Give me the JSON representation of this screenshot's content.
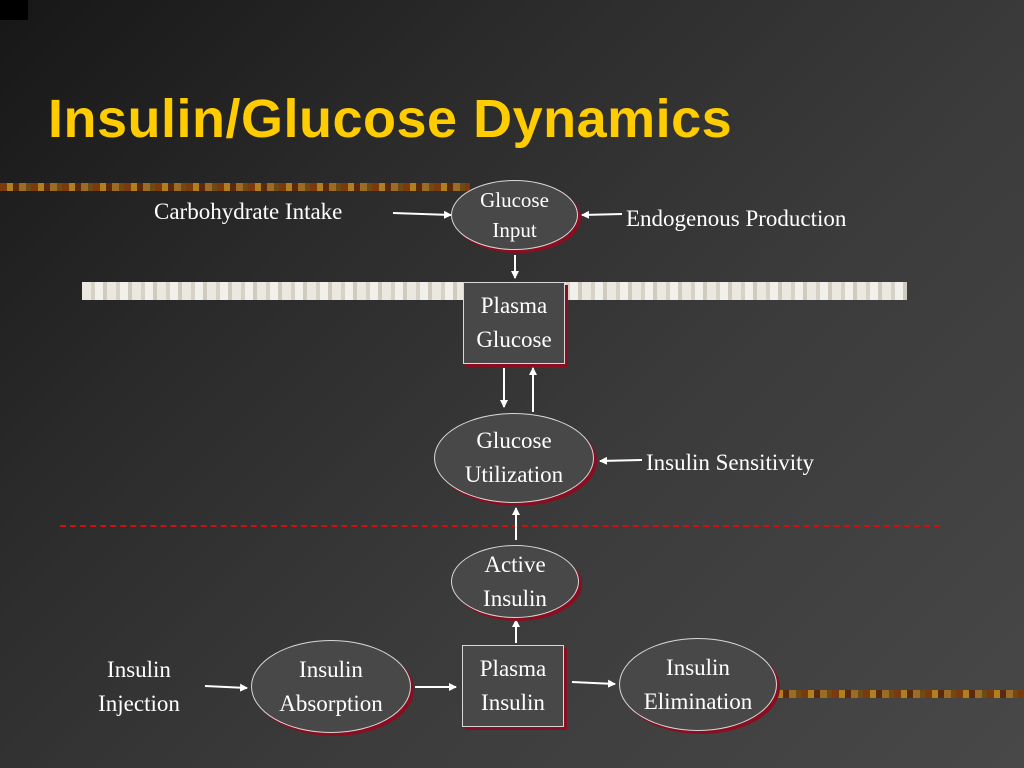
{
  "title": "Insulin/Glucose Dynamics",
  "nodes": {
    "glucose_input": [
      "Glucose",
      "Input"
    ],
    "plasma_glucose": [
      "Plasma",
      "Glucose"
    ],
    "glucose_utilization": [
      "Glucose",
      "Utilization"
    ],
    "active_insulin": [
      "Active",
      "Insulin"
    ],
    "insulin_absorption": [
      "Insulin",
      "Absorption"
    ],
    "plasma_insulin": [
      "Plasma",
      "Insulin"
    ],
    "insulin_elimination": [
      "Insulin",
      "Elimination"
    ]
  },
  "labels": {
    "carbohydrate_intake": "Carbohydrate Intake",
    "endogenous_production": "Endogenous Production",
    "insulin_sensitivity": "Insulin Sensitivity",
    "insulin_injection": [
      "Insulin",
      "Injection"
    ]
  },
  "colors": {
    "title": "#ffcc00",
    "node_shadow": "#8a0e22",
    "dashed_line": "#cc1111",
    "text": "#ffffff"
  }
}
